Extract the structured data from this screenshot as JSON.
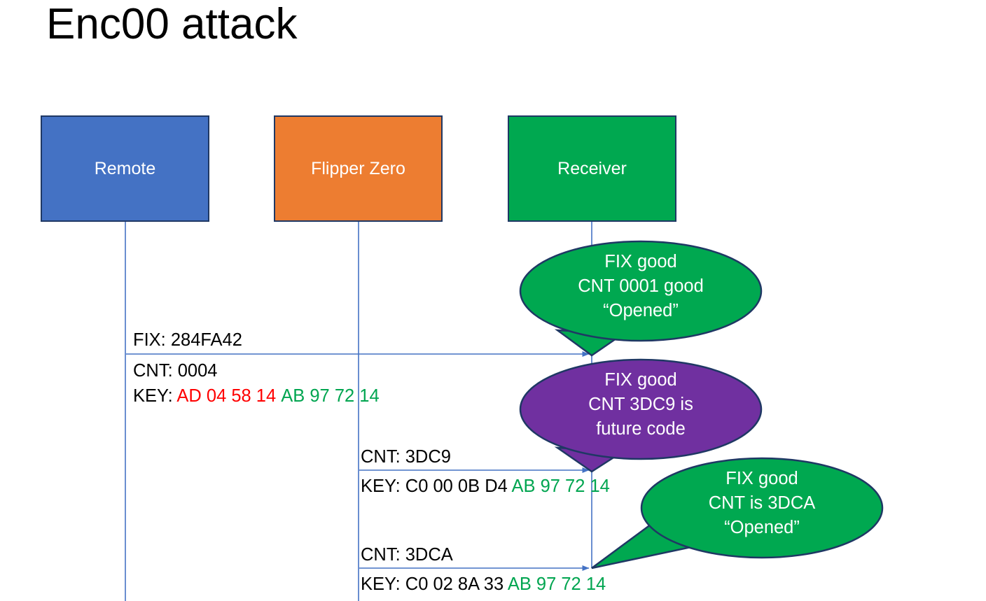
{
  "slide": {
    "title": "Enc00 attack",
    "background": "#FFFFFF"
  },
  "colors": {
    "remote_fill": "#4472C4",
    "flipper_fill": "#ED7D31",
    "receiver_fill": "#00A850",
    "bubble_green": "#00A850",
    "bubble_purple": "#7030A0",
    "box_border": "#1F3864",
    "lifeline": "#4472C4",
    "arrow": "#4472C4",
    "key_red": "#FF0000",
    "key_green": "#00A550",
    "text_black": "#000000",
    "label_white": "#FFFFFF"
  },
  "lanes": [
    {
      "id": "remote",
      "label": "Remote",
      "fill": "#4472C4"
    },
    {
      "id": "flipper",
      "label": "Flipper Zero",
      "fill": "#ED7D31"
    },
    {
      "id": "receiver",
      "label": "Receiver",
      "fill": "#00A850"
    }
  ],
  "messages": [
    {
      "id": "msg-1",
      "from": "remote",
      "to": "receiver",
      "line1": "FIX: 284FA42",
      "line2": "CNT: 0004",
      "line3_prefix": "KEY: ",
      "line3_red": "AD 04 58 14",
      "line3_green": "AB 97 72 14"
    },
    {
      "id": "msg-2",
      "from": "flipper",
      "to": "receiver",
      "line1": "CNT: 3DC9",
      "line2_prefix": "KEY: C0 00 0B D4 ",
      "line2_green": "AB 97 72 14"
    },
    {
      "id": "msg-3",
      "from": "flipper",
      "to": "receiver",
      "line1": "CNT: 3DCA",
      "line2_prefix": "KEY: C0 02 8A 33 ",
      "line2_green": "AB 97 72 14"
    }
  ],
  "bubbles": [
    {
      "id": "bubble-1",
      "fill": "#00A850",
      "line1": "FIX good",
      "line2": "CNT 0001 good",
      "line3": "“Opened”"
    },
    {
      "id": "bubble-2",
      "fill": "#7030A0",
      "line1": "FIX good",
      "line2": "CNT 3DC9 is",
      "line3": "future code"
    },
    {
      "id": "bubble-3",
      "fill": "#00A850",
      "line1": "FIX good",
      "line2": "CNT is 3DCA",
      "line3": "“Opened”"
    }
  ]
}
